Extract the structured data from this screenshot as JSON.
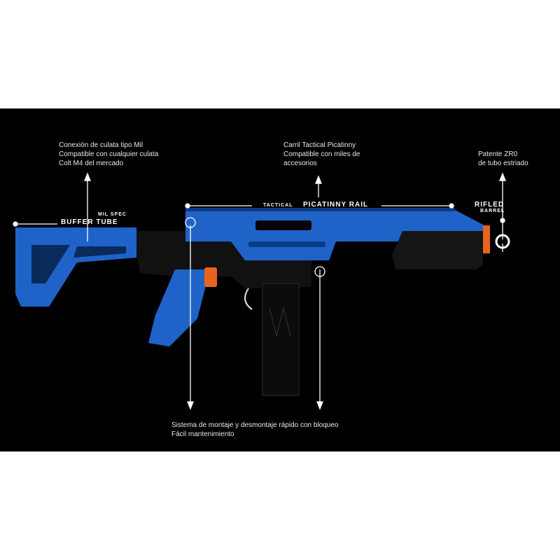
{
  "annotations": {
    "stock": [
      "Conexión de culata tipo Mil",
      "Compatible con cualquier culata",
      "Colt M4 del mercado"
    ],
    "rail": [
      "Carril Tactical Picatinny",
      "Compatible con miles de",
      "accesorios"
    ],
    "barrel": [
      "Patente ZR0",
      "de tubo estriado"
    ],
    "mount": [
      "Sistema de montaje y desmontaje rápido con bloqueo",
      "Fácil mantenimiento"
    ]
  },
  "labels": {
    "mil_spec": "MIL SPEC",
    "buffer_tube": "BUFFER TUBE",
    "tactical": "TACTICAL",
    "picatinny_rail": "PICATINNY RAIL",
    "rifled": "RIFLED",
    "barrel": "BARREL"
  },
  "colors": {
    "background": "#000000",
    "body_blue": "#1f63c9",
    "accent_orange": "#e8641c"
  }
}
